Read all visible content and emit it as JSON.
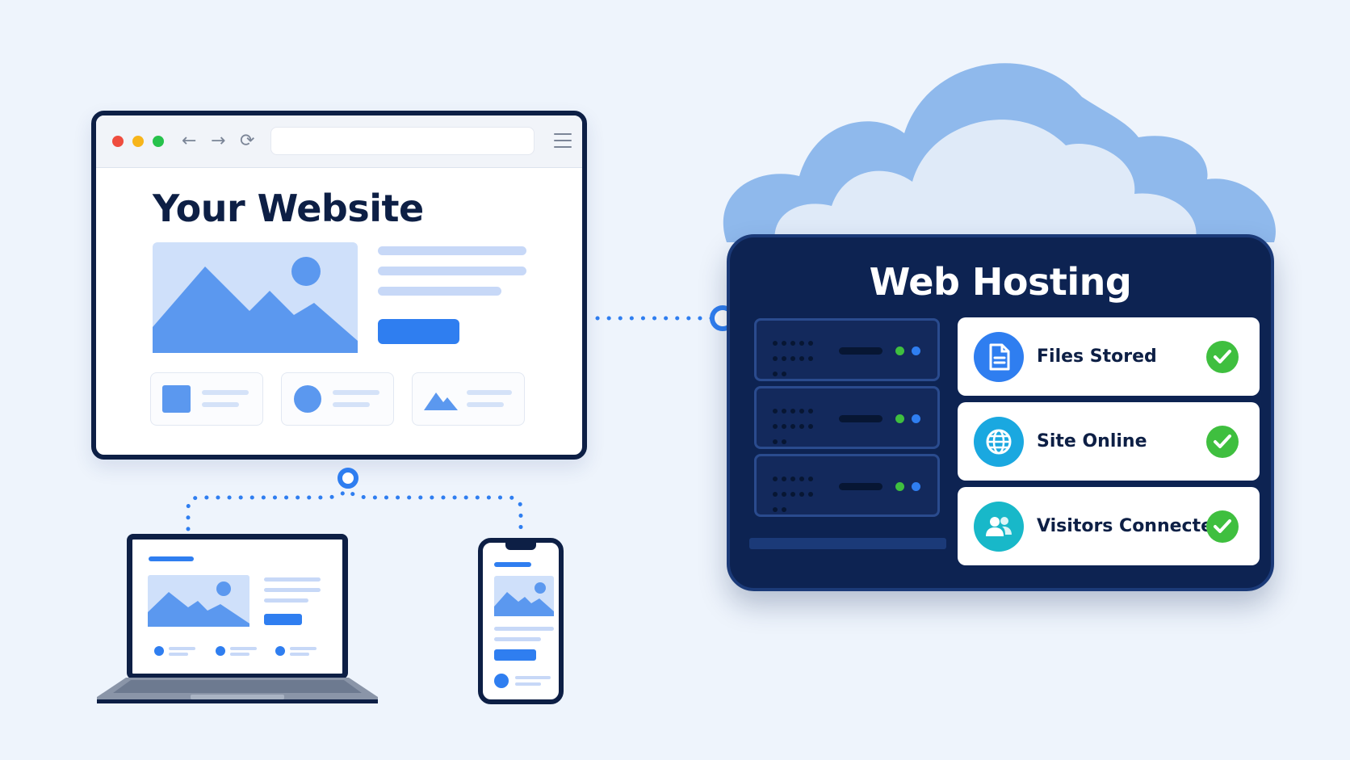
{
  "browser": {
    "title": "Your Website",
    "nav": {
      "back": "←",
      "forward": "→",
      "reload": "⟳"
    },
    "dot_colors": [
      "#ef4d3f",
      "#f7b51b",
      "#27c24c"
    ]
  },
  "hosting": {
    "title": "Web Hosting",
    "statuses": [
      {
        "label": "Files Stored",
        "icon": "document-icon",
        "color": "#2f7ef0"
      },
      {
        "label": "Site Online",
        "icon": "globe-icon",
        "color": "#1aa8e0"
      },
      {
        "label": "Visitors Connected",
        "icon": "users-icon",
        "color": "#18b8c9"
      }
    ],
    "check_color": "#3fbf3f",
    "led_colors": [
      "#3fbf3f",
      "#2f7ef0"
    ]
  },
  "colors": {
    "navy": "#0d1f45",
    "accent": "#2f7ef0",
    "cloud": "#8fb9ec",
    "cloud_light": "#dfeaf8"
  }
}
